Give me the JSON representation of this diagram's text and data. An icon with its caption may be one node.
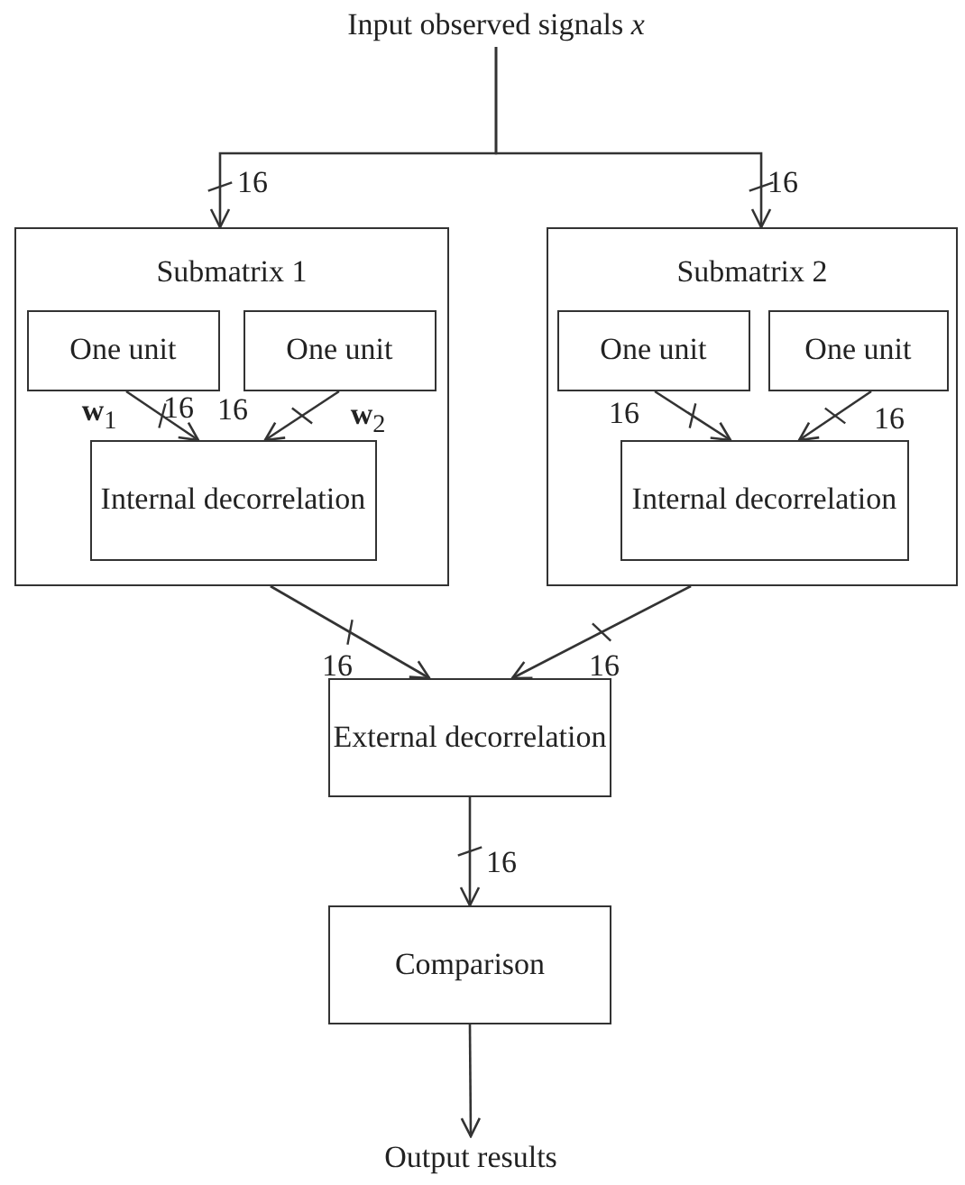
{
  "diagram": {
    "nodes": [
      {
        "text": [
          "Input observed signals *x*"
        ]
      },
      {
        "text": [
          "Submatrix 1"
        ]
      },
      {
        "text": [
          "One unit"
        ],
        "in": 1
      },
      {
        "text": [
          "One unit"
        ],
        "in": 1
      },
      {
        "text": [
          "Internal decorrelation"
        ],
        "in": 1
      },
      {
        "text": [
          "Submatrix 2"
        ]
      },
      {
        "text": [
          "One unit"
        ],
        "in": 5
      },
      {
        "text": [
          "One unit"
        ],
        "in": 5
      },
      {
        "text": [
          "Internal decorrelation"
        ],
        "in": 5
      },
      {
        "text": [
          "External decorrelation"
        ]
      },
      {
        "text": [
          "Comparison"
        ]
      },
      {
        "text": [
          "Output results"
        ]
      }
    ],
    "edges": [
      {
        "from": 0,
        "to": 1,
        "arrow": "to",
        "label": "16"
      },
      {
        "from": 0,
        "to": 5,
        "arrow": "to",
        "label": "16"
      },
      {
        "from": 2,
        "to": 4,
        "arrow": "to",
        "label": "16"
      },
      {
        "from": 3,
        "to": 4,
        "arrow": "to",
        "label": "16"
      },
      {
        "from": 6,
        "to": 8,
        "arrow": "to",
        "label": "16"
      },
      {
        "from": 7,
        "to": 8,
        "arrow": "to",
        "label": "16"
      },
      {
        "from": 1,
        "to": 9,
        "arrow": "to",
        "label": "16"
      },
      {
        "from": 5,
        "to": 9,
        "arrow": "to",
        "label": "16"
      },
      {
        "from": 9,
        "to": 10,
        "arrow": "to",
        "label": "16"
      },
      {
        "from": 10,
        "to": 11,
        "arrow": "to"
      }
    ],
    "labels": [
      "**w**$_{1}$",
      "**w**$_{2}$"
    ]
  }
}
